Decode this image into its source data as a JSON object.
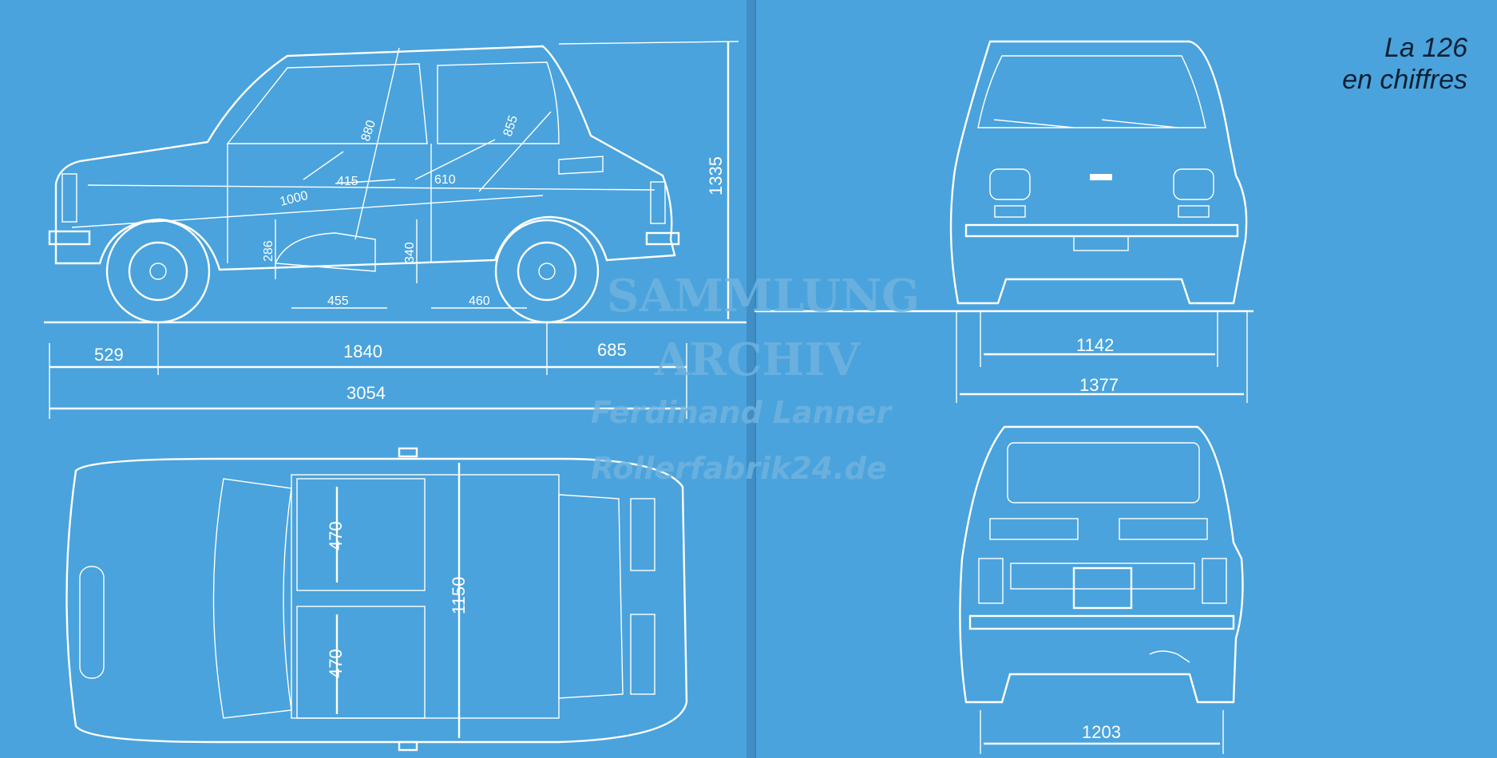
{
  "title": {
    "line1": "La 126",
    "line2": "en chiffres"
  },
  "watermark": {
    "line1": "SAMMLUNG",
    "line2": "ARCHIV",
    "line3": "Ferdinand Lanner",
    "line4": "Rollerfabrik24.de"
  },
  "side_view": {
    "overhang_front": "529",
    "wheelbase": "1840",
    "overhang_rear": "685",
    "length": "3054",
    "height": "1335",
    "diag_front": "880",
    "diag_rear": "855",
    "legroom_front": "1000",
    "gap_415": "415",
    "gap_610": "610",
    "seat_front": "286",
    "seat_rear": "340",
    "floor_front": "455",
    "floor_rear": "460"
  },
  "top_view": {
    "seat_front": "470",
    "seat_rear": "470",
    "width_inner": "1150"
  },
  "front_view": {
    "track_front": "1142",
    "width": "1377"
  },
  "rear_view": {
    "track_rear": "1203"
  },
  "colors": {
    "background": "#4aa3dc",
    "line": "#ffffff",
    "title": "#0d1f33"
  }
}
